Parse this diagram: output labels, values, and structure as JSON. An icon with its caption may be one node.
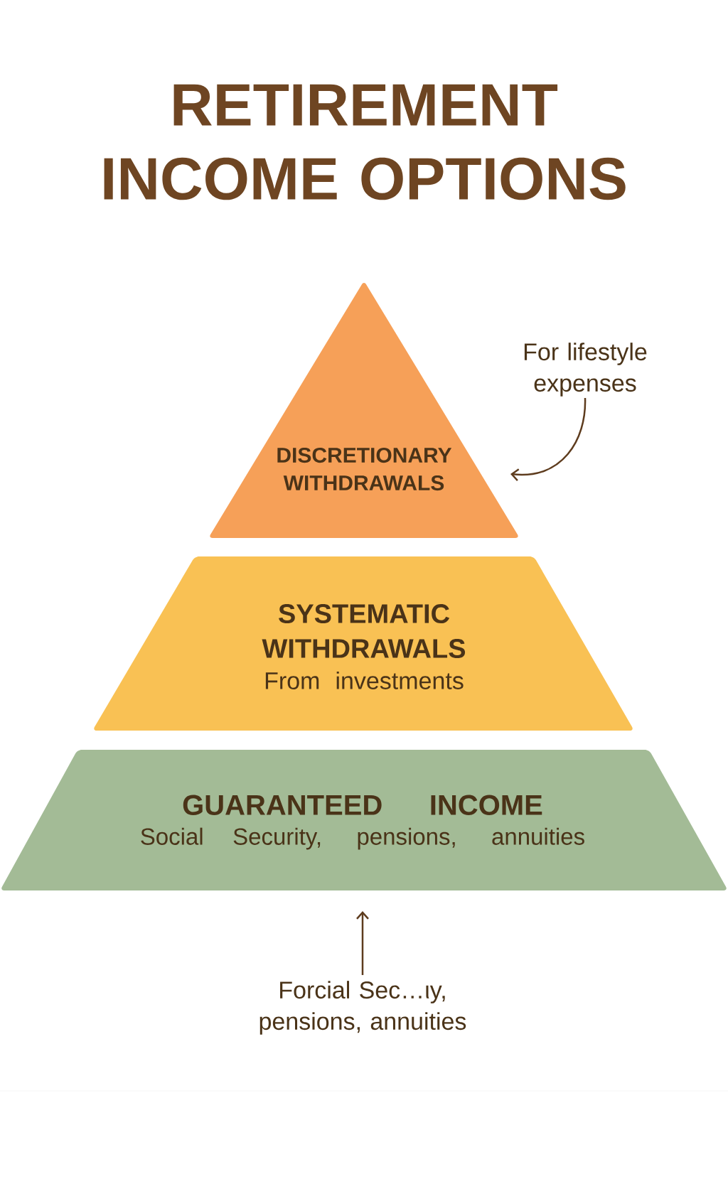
{
  "diagram": {
    "title": "RETIREMENT INCOME OPTIONS",
    "nodes": [
      {
        "text": [
          "DISCRETIONARY WITHDRAWALS"
        ]
      },
      {
        "text": [
          "SYSTEMATIC WITHDRAWALS",
          "From investments"
        ]
      },
      {
        "text": [
          "GUARANTEED INCOME",
          "Social Security, pensions, annuities"
        ]
      },
      {
        "text": [
          "For lifestyle expenses"
        ]
      },
      {
        "text": [
          "Forcial Sec…ιy, pensions, annuities"
        ]
      }
    ],
    "edges": [
      {
        "from": 3,
        "to": 0,
        "arrow": "to"
      },
      {
        "from": 4,
        "to": 2,
        "arrow": "to"
      }
    ]
  }
}
